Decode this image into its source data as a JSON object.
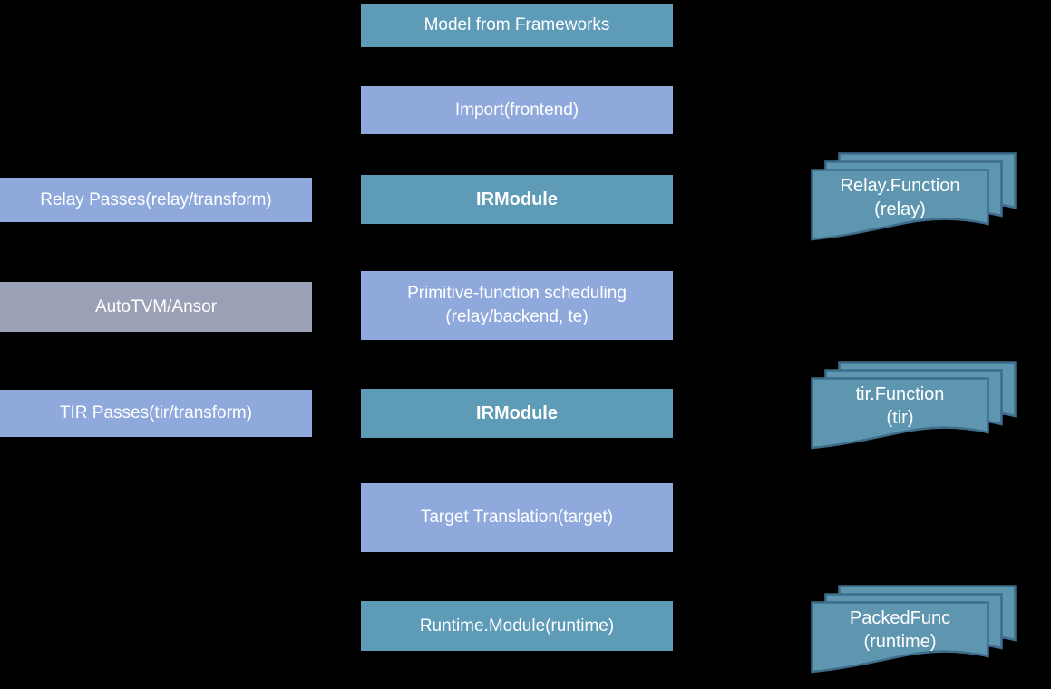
{
  "diagram": "TVM compilation flow",
  "colors": {
    "background": "#000000",
    "teal_box": "#5d9bb7",
    "periwinkle_box": "#8fa9dc",
    "gray_box": "#9aa0b5",
    "document_fill": "#5e96b0",
    "document_border": "#3d6d8a",
    "text": "#ffffff"
  },
  "center": {
    "boxes": [
      {
        "label": "Model from Frameworks",
        "style": "teal"
      },
      {
        "label": "Import(frontend)",
        "style": "periwinkle"
      },
      {
        "label": "IRModule",
        "style": "teal",
        "bold": true
      },
      {
        "label": "Primitive-function scheduling",
        "label2": "(relay/backend, te)",
        "style": "periwinkle"
      },
      {
        "label": "IRModule",
        "style": "teal",
        "bold": true
      },
      {
        "label": "Target Translation(target)",
        "style": "periwinkle"
      },
      {
        "label": "Runtime.Module(runtime)",
        "style": "teal"
      }
    ]
  },
  "left": {
    "boxes": [
      {
        "label": "Relay Passes(relay/transform)",
        "style": "periwinkle"
      },
      {
        "label": "AutoTVM/Ansor",
        "style": "gray"
      },
      {
        "label": "TIR Passes(tir/transform)",
        "style": "periwinkle"
      }
    ]
  },
  "right": {
    "stacks": [
      {
        "line1": "Relay.Function",
        "line2": "(relay)"
      },
      {
        "line1": "tir.Function",
        "line2": "(tir)"
      },
      {
        "line1": "PackedFunc",
        "line2": "(runtime)"
      }
    ]
  }
}
